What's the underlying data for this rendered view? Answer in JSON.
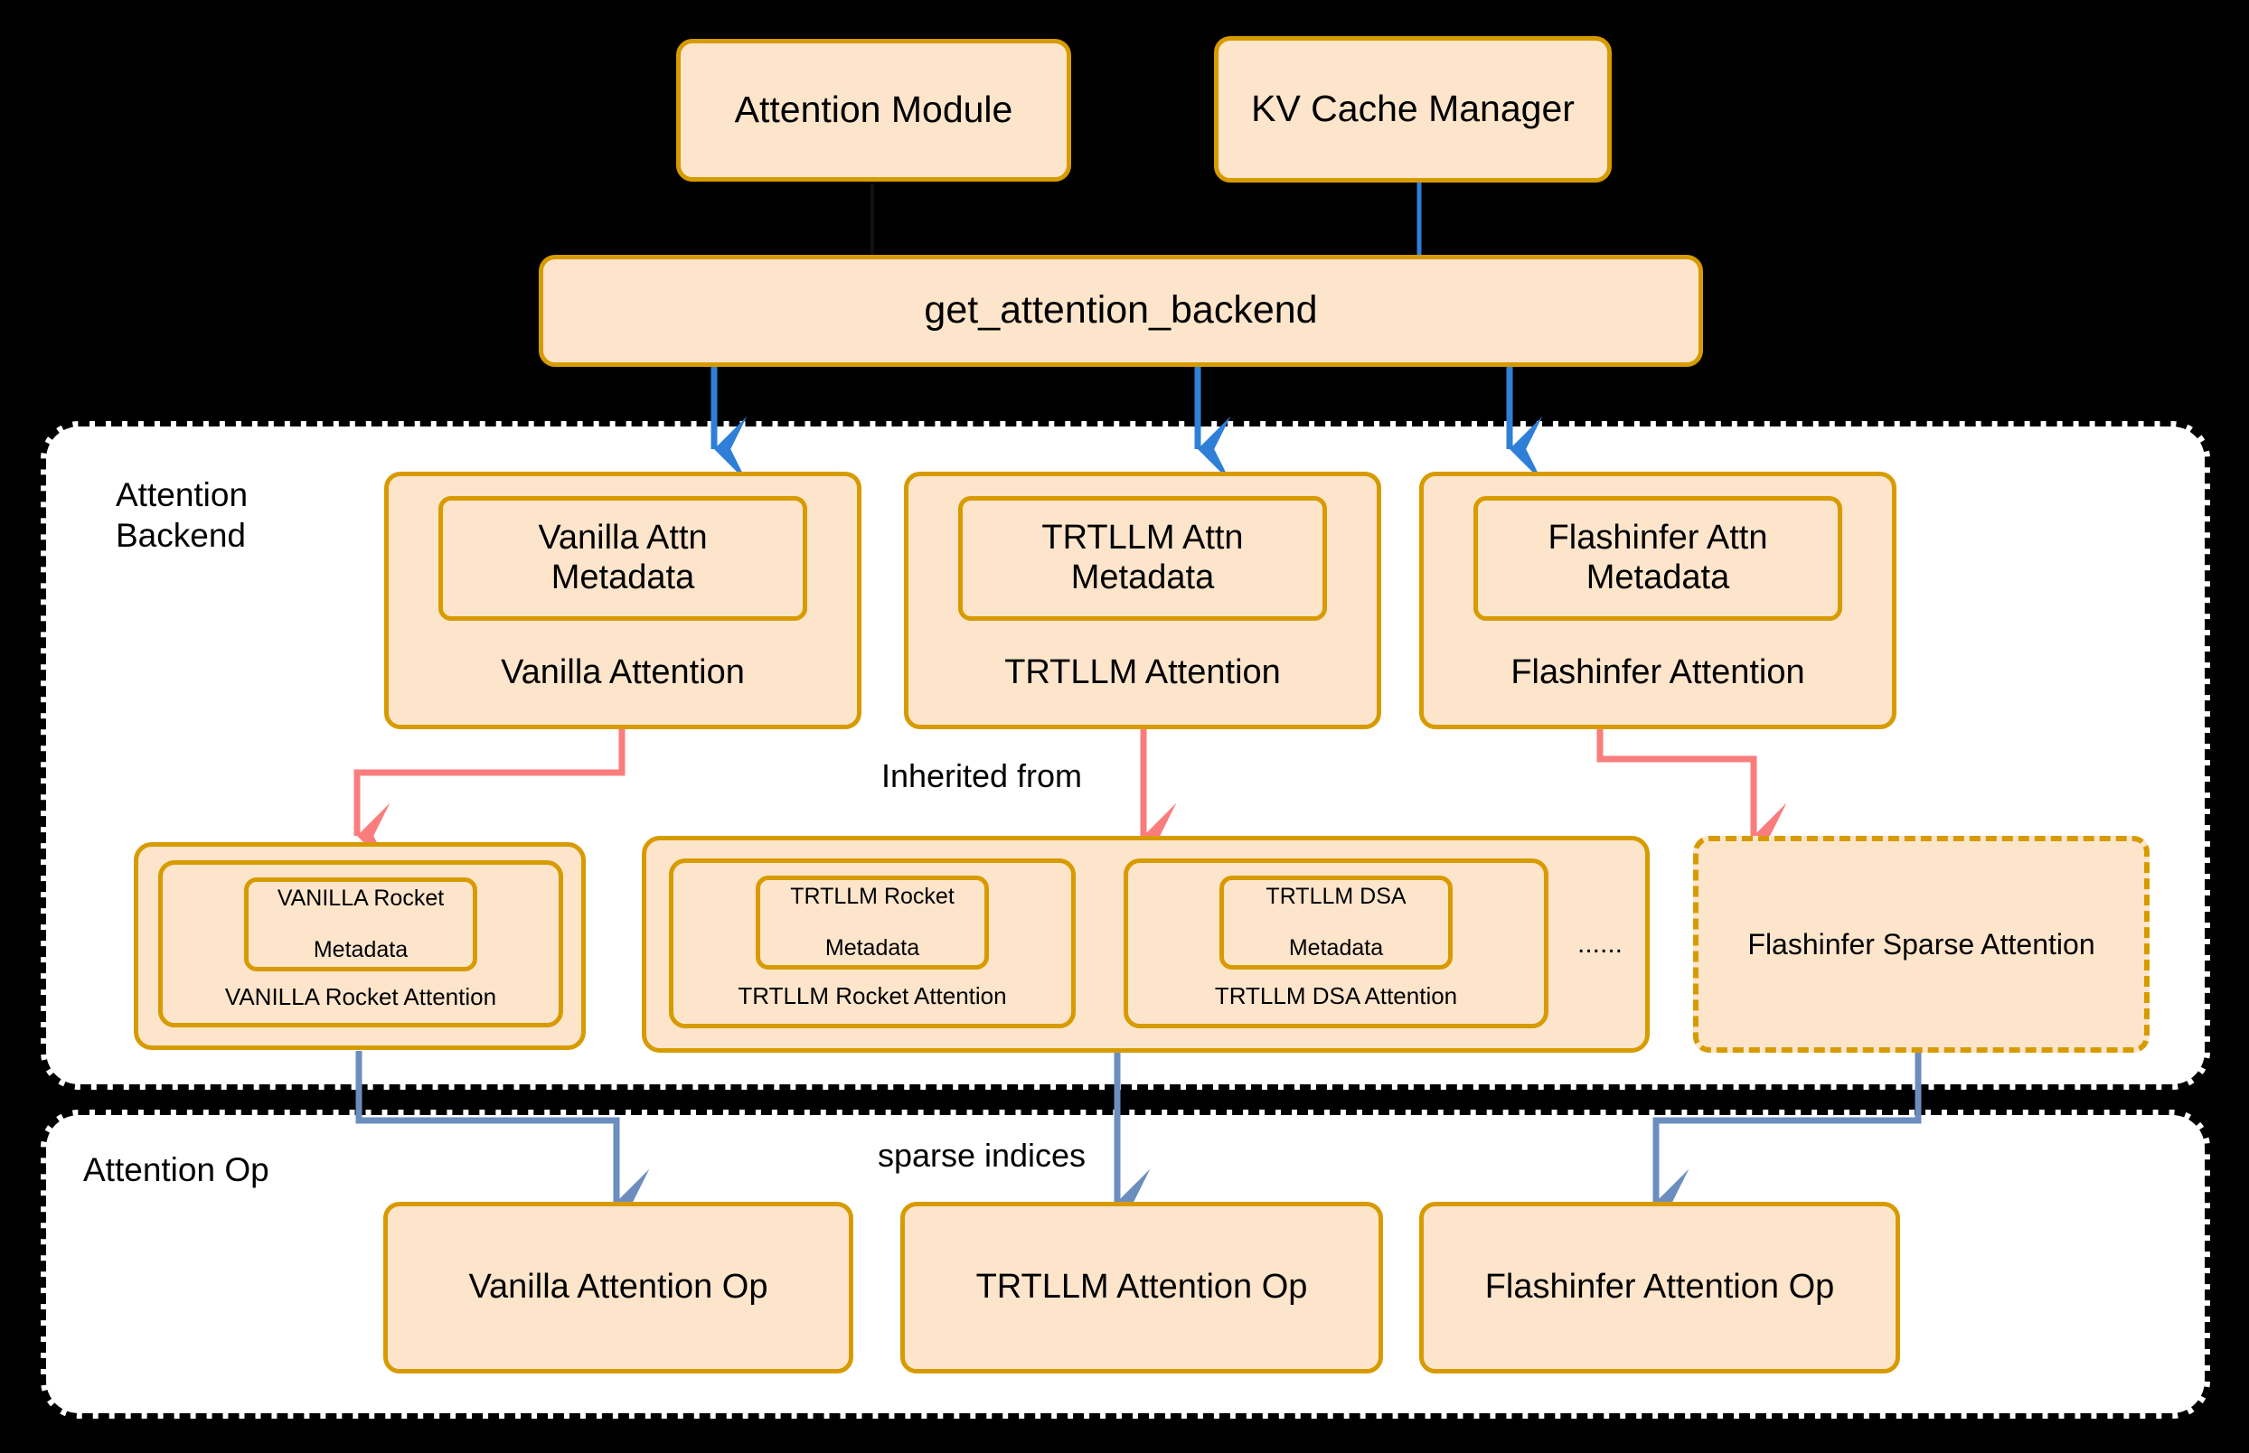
{
  "diagram": {
    "title_nodes": [
      {
        "id": "attention-module",
        "label": "Attention Module"
      },
      {
        "id": "kv-cache-manager",
        "label": "KV Cache Manager"
      }
    ],
    "dispatcher": {
      "label": "get_attention_backend"
    },
    "sections": [
      {
        "id": "attention-backend",
        "label": "Attention\nBackend"
      },
      {
        "id": "attention-op",
        "label": "Attention Op"
      }
    ],
    "backends": [
      {
        "id": "vanilla",
        "metadata": "Vanilla Attn\nMetadata",
        "label": "Vanilla Attention"
      },
      {
        "id": "trtllm",
        "metadata": "TRTLLM Attn\nMetadata",
        "label": "TRTLLM Attention"
      },
      {
        "id": "flashinfer",
        "metadata": "Flashinfer Attn\nMetadata",
        "label": "Flashinfer Attention"
      }
    ],
    "sparse_backends": [
      {
        "id": "vanilla-rocket",
        "metadata": "VANILLA Rocket\n\nMetadata",
        "label": "VANILLA Rocket Attention"
      },
      {
        "id": "trtllm-rocket",
        "metadata": "TRTLLM Rocket\n\nMetadata",
        "label": "TRTLLM Rocket Attention"
      },
      {
        "id": "trtllm-dsa",
        "metadata": "TRTLLM DSA\n\nMetadata",
        "label": "TRTLLM DSA Attention"
      }
    ],
    "ellipsis": "......",
    "flashinfer_sparse": {
      "label": "Flashinfer Sparse Attention"
    },
    "ops": [
      {
        "id": "vanilla-op",
        "label": "Vanilla Attention Op"
      },
      {
        "id": "trtllm-op",
        "label": "TRTLLM Attention Op"
      },
      {
        "id": "flashinfer-op",
        "label": "Flashinfer Attention Op"
      }
    ],
    "edge_labels": [
      {
        "id": "inherited-from",
        "label": "Inherited from"
      },
      {
        "id": "sparse-indices",
        "label": "sparse indices"
      }
    ],
    "colors": {
      "node_fill": "#FDE5CB",
      "node_border": "#D79B00",
      "background": "#000000",
      "section_fill": "#FFFFFF",
      "section_border": "#000000",
      "arrow_blue": "#2F7FD8",
      "arrow_red": "#FA7D7D",
      "arrow_slate": "#6C8EBF"
    }
  }
}
